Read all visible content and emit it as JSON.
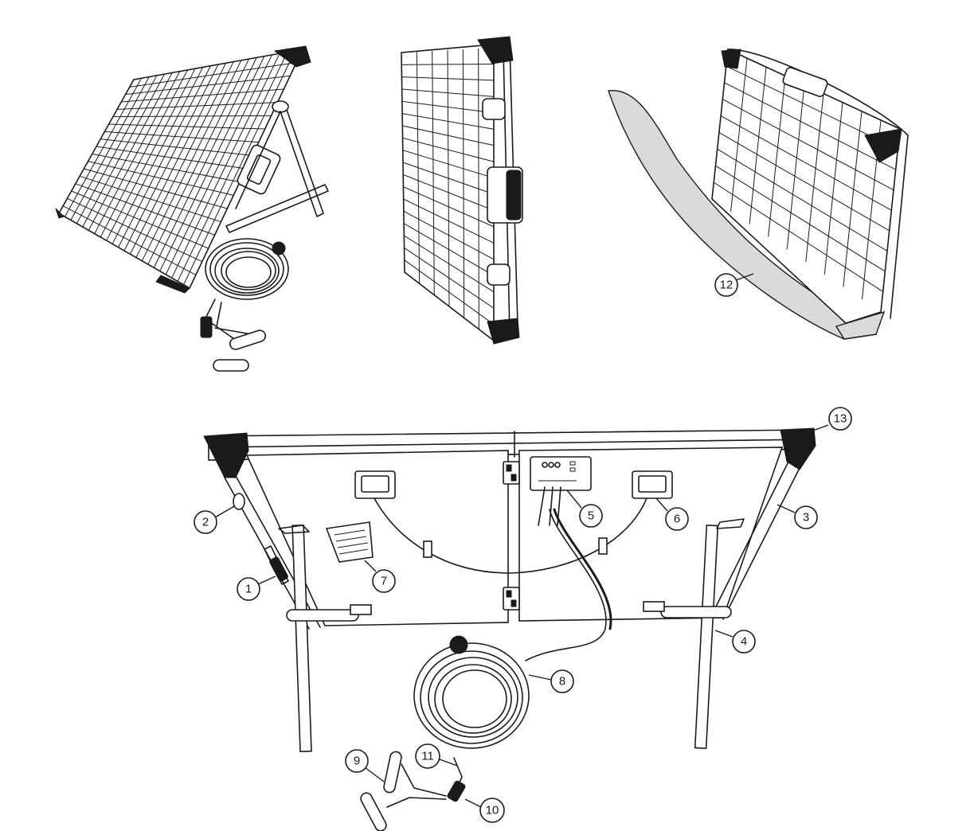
{
  "callouts": {
    "c1": "1",
    "c2": "2",
    "c3": "3",
    "c4": "4",
    "c5": "5",
    "c6": "6",
    "c7": "7",
    "c8": "8",
    "c9": "9",
    "c10": "10",
    "c11": "11",
    "c12": "12",
    "c13": "13"
  },
  "colors": {
    "ink": "#1a1a1a",
    "bag_fill": "#d9d9d9",
    "background": "#ffffff"
  }
}
